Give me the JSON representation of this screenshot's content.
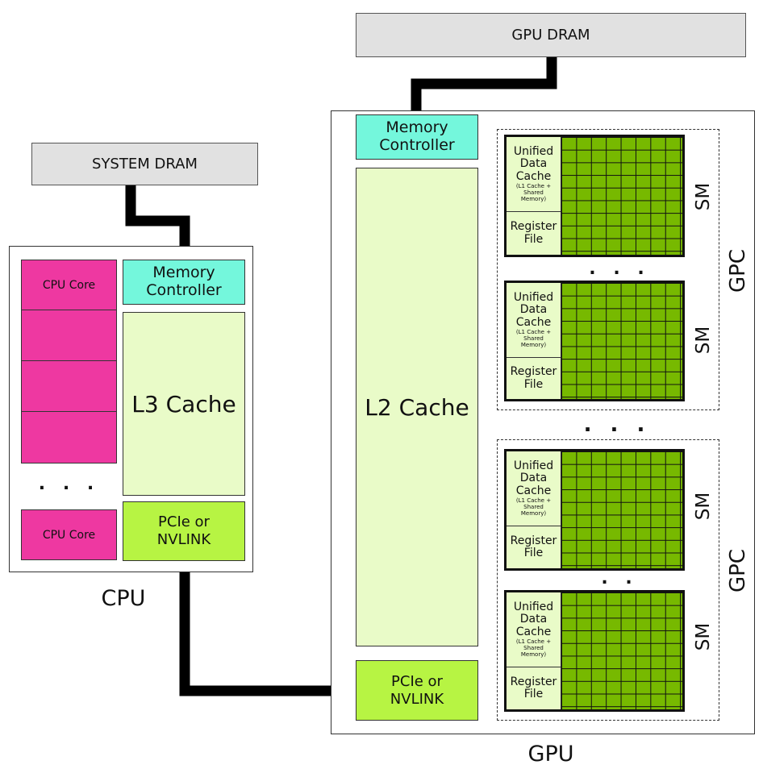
{
  "gpu_dram": "GPU DRAM",
  "system_dram": "SYSTEM DRAM",
  "cpu": {
    "label": "CPU",
    "core_top": "CPU Core",
    "core_bottom": "CPU Core",
    "dots": ". . .",
    "memory_controller": [
      "Memory",
      "Controller"
    ],
    "l3_cache": "L3 Cache",
    "interconnect": [
      "PCIe or",
      "NVLINK"
    ]
  },
  "gpu": {
    "label": "GPU",
    "memory_controller": [
      "Memory",
      "Controller"
    ],
    "l2_cache": "L2 Cache",
    "interconnect": [
      "PCIe or",
      "NVLINK"
    ],
    "between_gpcs_dots": ". . .",
    "gpcs": [
      {
        "label": "GPC",
        "sm_dots": ". . .",
        "sms": [
          {
            "label": "SM",
            "cache": [
              "Unified",
              "Data",
              "Cache"
            ],
            "cache_note": [
              "(L1 Cache +",
              "Shared",
              "Memory)"
            ],
            "register_file": [
              "Register",
              "File"
            ]
          },
          {
            "label": "SM",
            "cache": [
              "Unified",
              "Data",
              "Cache"
            ],
            "cache_note": [
              "(L1 Cache +",
              "Shared",
              "Memory)"
            ],
            "register_file": [
              "Register",
              "File"
            ]
          }
        ]
      },
      {
        "label": "GPC",
        "sm_dots": ". .",
        "sms": [
          {
            "label": "SM",
            "cache": [
              "Unified",
              "Data",
              "Cache"
            ],
            "cache_note": [
              "(L1 Cache +",
              "Shared",
              "Memory)"
            ],
            "register_file": [
              "Register",
              "File"
            ]
          },
          {
            "label": "SM",
            "cache": [
              "Unified",
              "Data",
              "Cache"
            ],
            "cache_note": [
              "(L1 Cache +",
              "Shared",
              "Memory)"
            ],
            "register_file": [
              "Register",
              "File"
            ]
          }
        ]
      }
    ]
  },
  "colors": {
    "memory_controller": "#74f7dc",
    "cache": "#e9fbc8",
    "interconnect": "#b7f443",
    "cpu_core": "#ee38a1",
    "sm_grid": "#77b900",
    "dram": "#e1e1e1"
  }
}
